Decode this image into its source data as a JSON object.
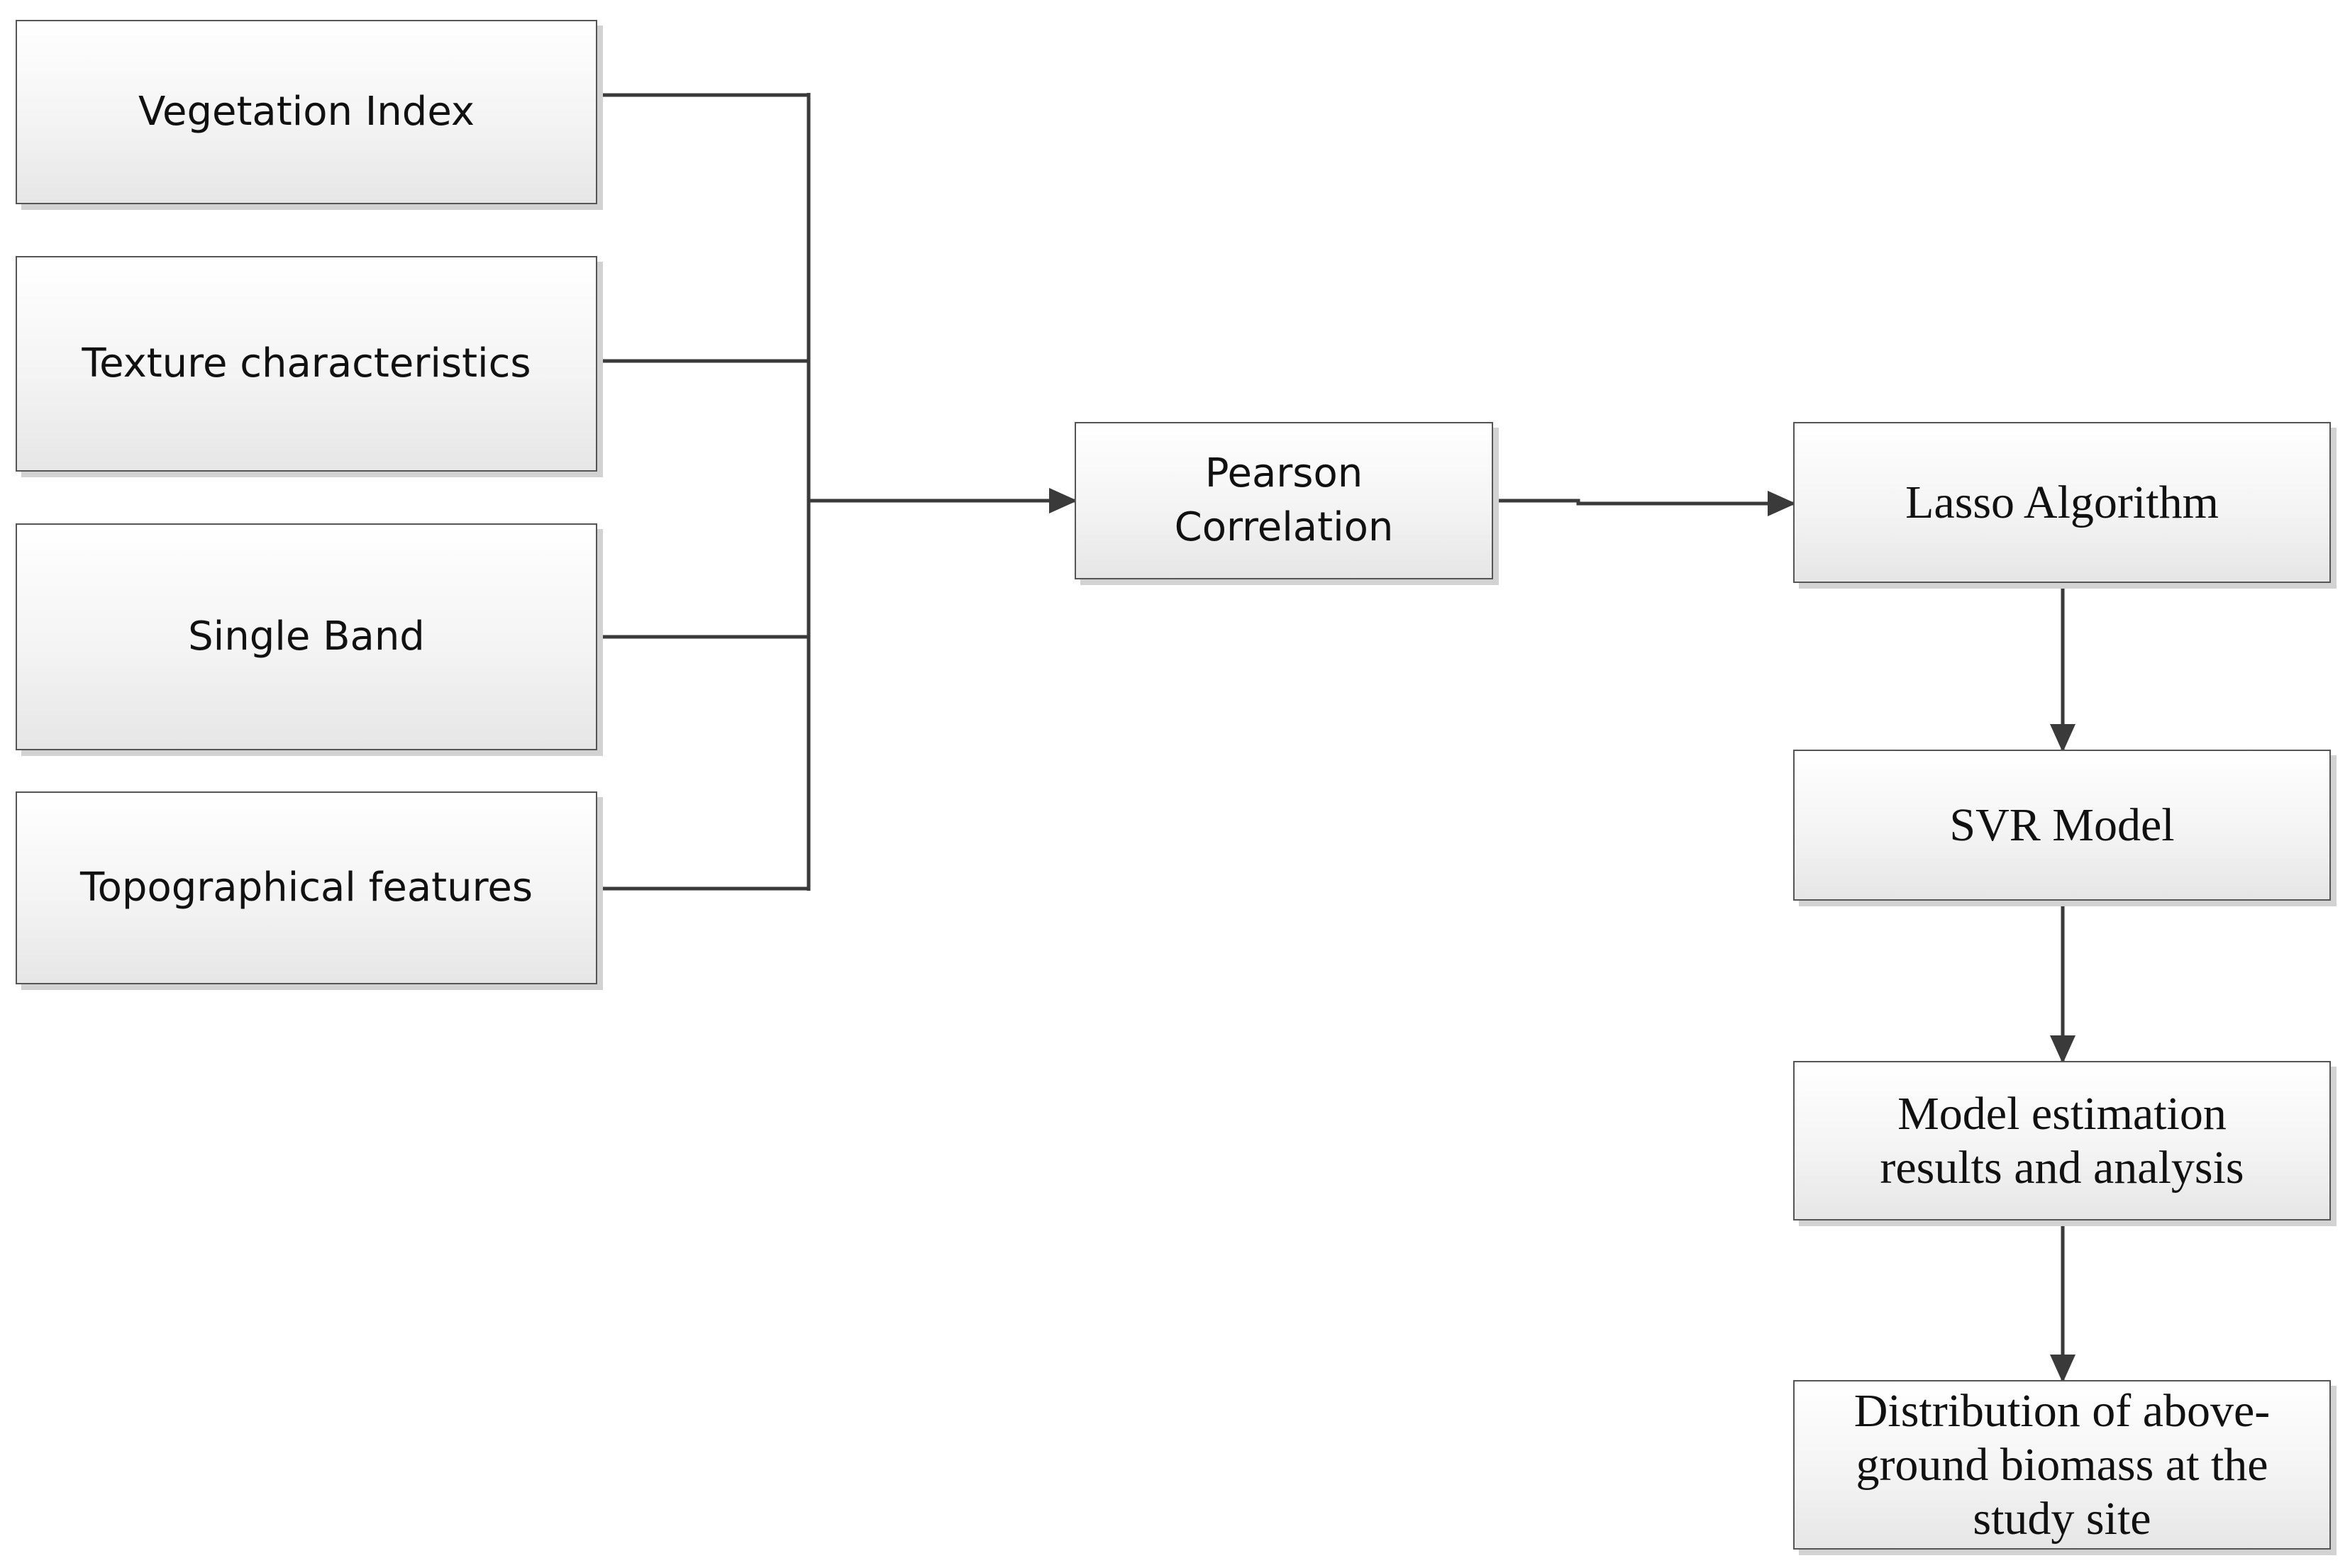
{
  "nodes": {
    "vegetation_index": "Vegetation Index",
    "texture_characteristics": "Texture characteristics",
    "single_band": "Single Band",
    "topographical_features": "Topographical features",
    "pearson_correlation": "Pearson\nCorrelation",
    "lasso_algorithm": "Lasso Algorithm",
    "svr_model": "SVR Model",
    "model_estimation": "Model estimation\nresults and analysis",
    "distribution": "Distribution of above-\nground biomass at the\nstudy site"
  },
  "colors": {
    "line": "#3a3a3a",
    "border": "#555555",
    "shadow": "#d2d2d2"
  }
}
